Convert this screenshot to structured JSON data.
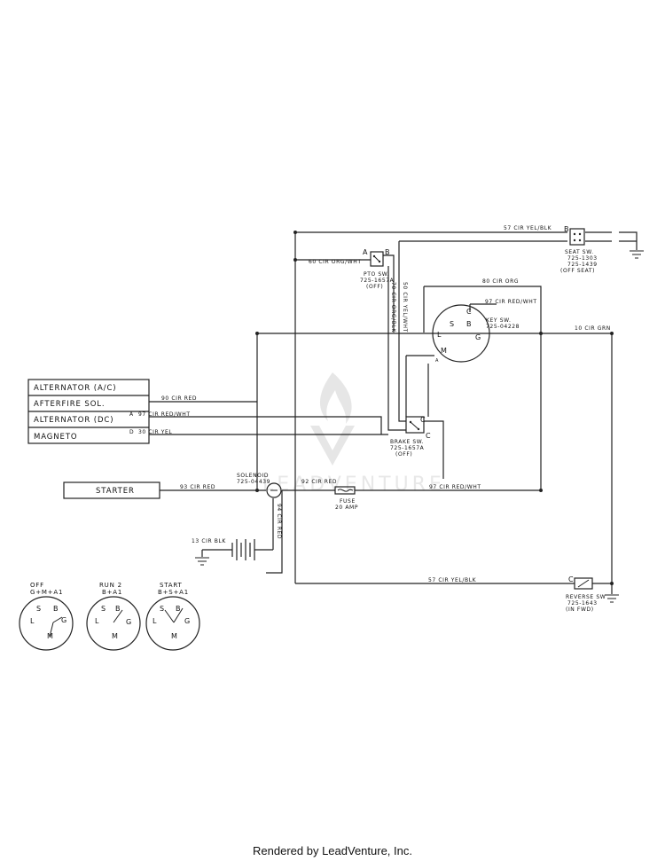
{
  "components": {
    "alternator_ac": "ALTERNATOR (A/C)",
    "afterfire_sol": "AFTERFIRE SOL.",
    "alternator_dc": "ALTERNATOR (DC)",
    "magneto": "MAGNETO",
    "starter": "STARTER",
    "solenoid": "SOLENOID",
    "solenoid_pn": "725-04439",
    "fuse": "FUSE",
    "fuse_rating": "20 AMP",
    "seat_sw": "SEAT SW.",
    "seat_pn1": "725-1303",
    "seat_pn2": "725-1439",
    "seat_state": "(OFF SEAT)",
    "pto_sw": "PTO SW.",
    "pto_pn": "725-1657A",
    "pto_state": "(OFF)",
    "key_sw": "KEY SW.",
    "key_pn": "725-04228",
    "brake_sw": "BRAKE SW.",
    "brake_pn": "725-1657A",
    "brake_state": "(OFF)",
    "reverse_sw": "REVERSE SW",
    "reverse_pn": "725-1643",
    "reverse_state": "(IN FWD)"
  },
  "wires": {
    "w57_top": "57 CIR YEL/BLK",
    "w60": "60 CIR ORG/WHT",
    "w80": "80 CIR ORG",
    "w97_top": "97 CIR RED/WHT",
    "w10": "10 CIR GRN",
    "w50": "50 CIR YEL/WHT",
    "w70": "70 CIR ORG/BLK",
    "w90": "90 CIR RED",
    "w97_mid": "97 CIR RED/WHT",
    "w30": "30 CIR YEL",
    "w93": "93 CIR RED",
    "w92": "92 CIR RED",
    "w97_low": "97 CIR RED/WHT",
    "w94": "94 CIR RED",
    "w13": "13 CIR BLK",
    "w57_bot": "57 CIR YEL/BLK"
  },
  "terminals": {
    "a": "A",
    "b": "B",
    "c": "C",
    "d": "D",
    "s": "S",
    "l": "L",
    "g": "G",
    "m": "M"
  },
  "key_positions": [
    {
      "name": "OFF",
      "combo": "G+M+A1"
    },
    {
      "name": "RUN 2",
      "combo": "B+A1"
    },
    {
      "name": "START",
      "combo": "B+S+A1"
    }
  ],
  "watermark": "LEADVENTURE",
  "footer": "Rendered by LeadVenture, Inc."
}
